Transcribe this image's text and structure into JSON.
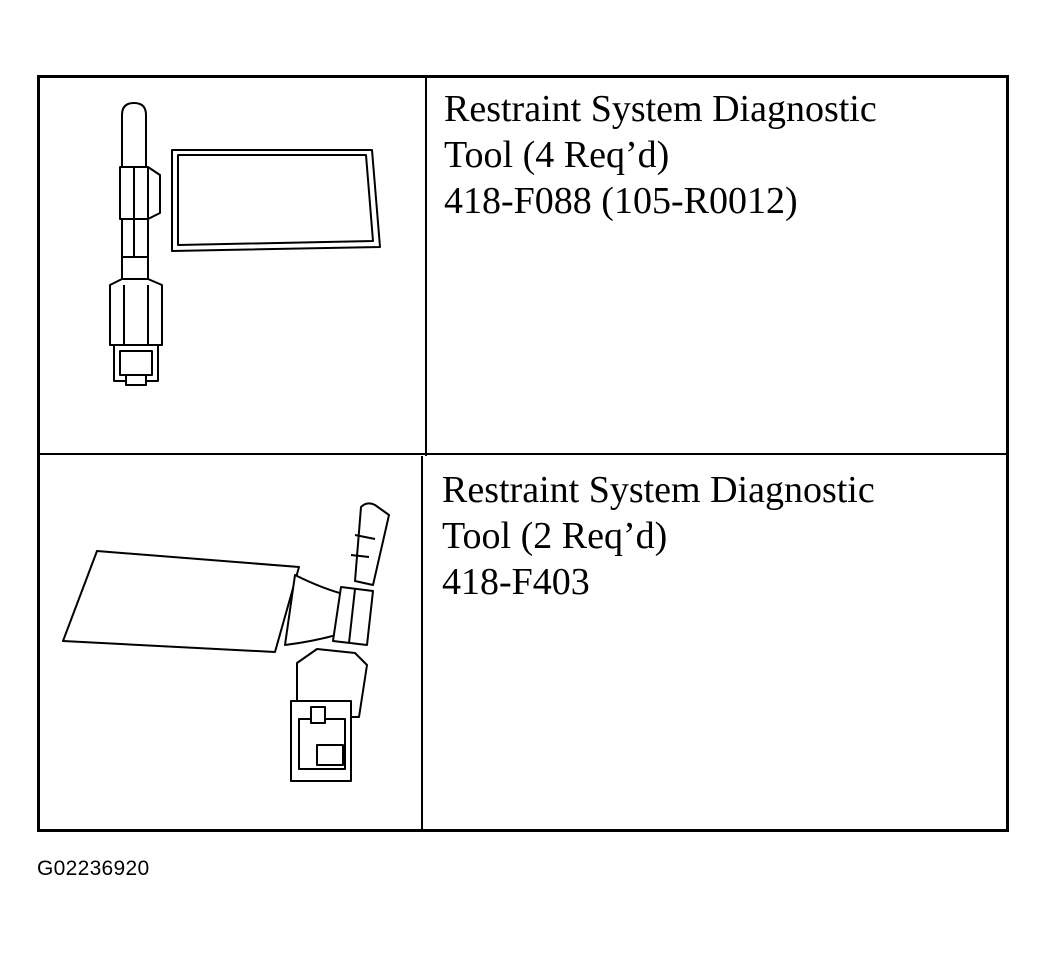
{
  "tools": [
    {
      "name_line1": "Restraint System Diagnostic",
      "name_line2": "Tool (4 Req’d)",
      "part_number": "418-F088 (105-R0012)",
      "illustration_icon": "diagnostic-tool-vertical-connector-icon"
    },
    {
      "name_line1": "Restraint System Diagnostic",
      "name_line2": "Tool (2 Req’d)",
      "part_number": "418-F403",
      "illustration_icon": "diagnostic-tool-angled-connector-icon"
    }
  ],
  "figure_code": "G02236920"
}
